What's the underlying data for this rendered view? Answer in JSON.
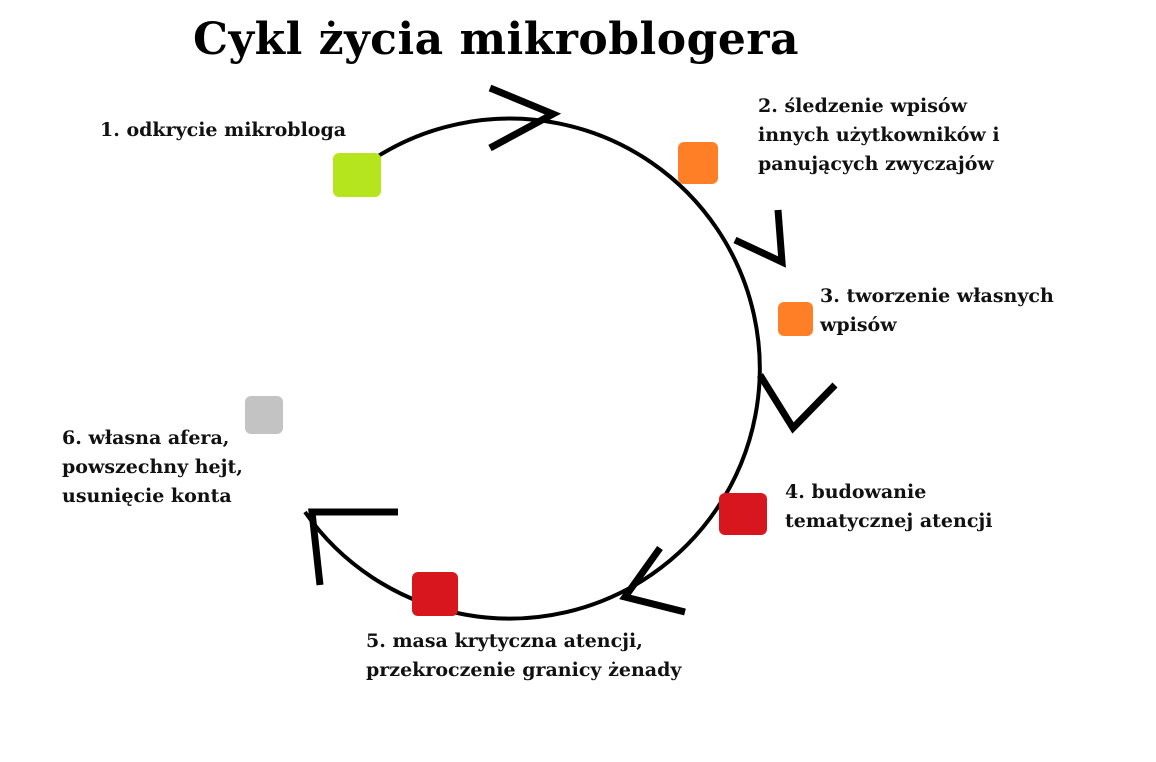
{
  "title": "Cykl życia mikroblogera",
  "stages": [
    {
      "label": "1. odkrycie mikrobloga",
      "color": "#b5e61d"
    },
    {
      "label": "2. śledzenie wpisów\ninnych użytkowników i\npanujących zwyczajów",
      "color": "#ff7f27"
    },
    {
      "label": "3. tworzenie własnych\nwpisów",
      "color": "#ff7f27"
    },
    {
      "label": "4. budowanie\ntematycznej atencji",
      "color": "#d8161e"
    },
    {
      "label": "5. masa krytyczna atencji,\nprzekroczenie granicy żenady",
      "color": "#d8161e"
    },
    {
      "label": "6. własna afera,\npowszechny hejt,\nusunięcie konta",
      "color": "#c3c3c3"
    }
  ]
}
